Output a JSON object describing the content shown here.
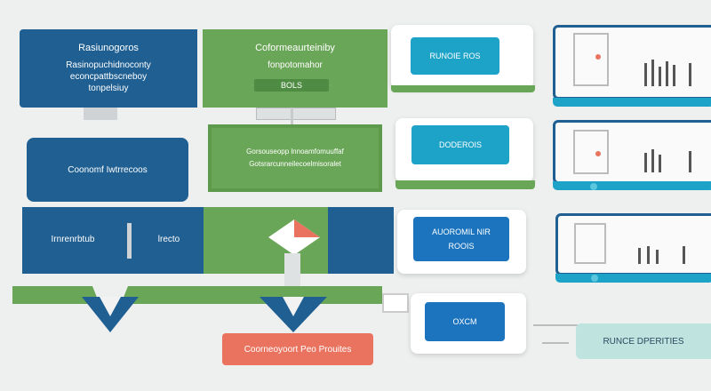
{
  "colors": {
    "blue": "#1f5f92",
    "green": "#6aa657",
    "teal": "#1ea3c8",
    "salmon": "#e9735f",
    "mint": "#bfe4df"
  },
  "block_a": {
    "title": "Rasiunogoros",
    "lines": [
      "Rasinopuchidnoconty",
      "econcpattbscneboy",
      "tonpelsiuy"
    ]
  },
  "block_b": {
    "title": "Coformeaurteiniby",
    "line": "fonpotomahor",
    "button": "BOLS"
  },
  "block_c": {
    "label": "Coonomf Iwtrrecoos"
  },
  "block_d": {
    "lines": [
      "Gorsouseopp lnnoamfomuuffaf",
      "Gotsrarcunneilecoelmisoralet"
    ]
  },
  "block_e": {
    "left": "Irnrenrbtub",
    "right": "lrecto"
  },
  "cards": [
    {
      "label": "RUNOIE ROS"
    },
    {
      "label": "DODEROIS"
    },
    {
      "label": "AUOROMIL NIR",
      "sub": "ROOIS"
    },
    {
      "label": "OXCM"
    }
  ],
  "salmon_button": "Coorneoyoort Peo Prouites",
  "mint_label": "RUNCE DPERITIES"
}
